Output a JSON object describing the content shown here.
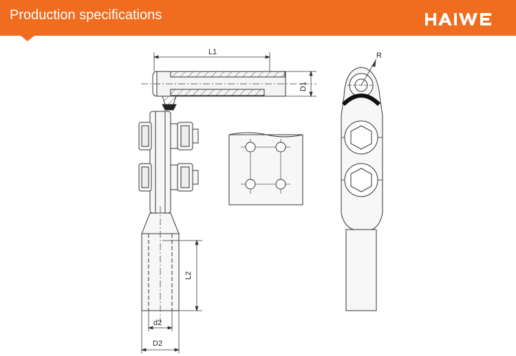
{
  "header": {
    "title": "Production specifications",
    "brand": "HAIWE",
    "background_color": "#f06c1e",
    "text_color": "#ffffff"
  },
  "drawing": {
    "labels": {
      "L1": "L1",
      "D1": "D1",
      "R": "R",
      "L2": "L2",
      "d2": "d2",
      "D2": "D2"
    }
  }
}
